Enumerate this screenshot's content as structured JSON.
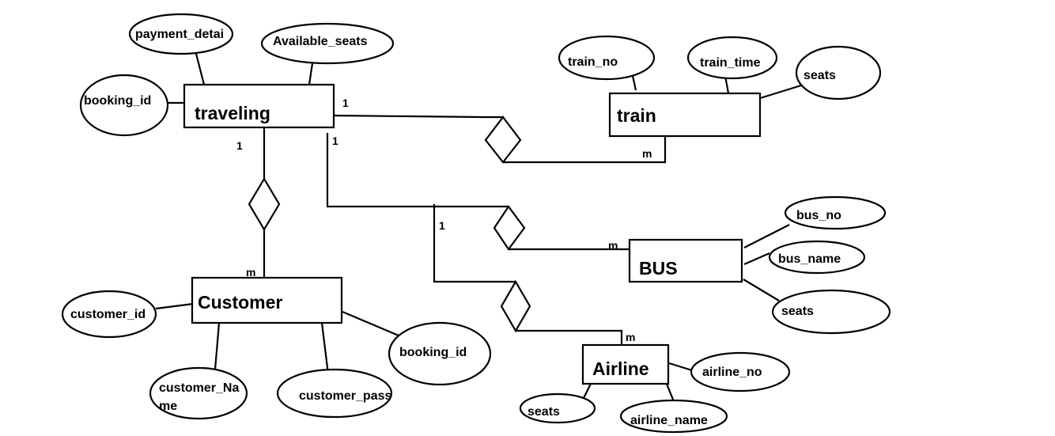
{
  "diagram": {
    "entities": {
      "traveling": "traveling",
      "train": "train",
      "bus": "BUS",
      "customer": "Customer",
      "airline": "Airline"
    },
    "attributes": {
      "payment_detail": "payment_detai",
      "available_seats": "Available_seats",
      "booking_id_traveling": "booking_id",
      "train_no": "train_no",
      "train_time": "train_time",
      "train_seats": "seats",
      "bus_no": "bus_no",
      "bus_name": "bus_name",
      "bus_seats": "seats",
      "customer_id": "customer_id",
      "customer_name_line1": "customer_Na",
      "customer_name_line2": "me",
      "customer_pass": "customer_pass",
      "booking_id_customer": "booking_id",
      "airline_no": "airline_no",
      "airline_seats": "seats",
      "airline_name": "airline_name"
    },
    "cardinalities": {
      "traveling_train_1": "1",
      "train_m": "m",
      "traveling_bus_1": "1",
      "traveling_customer_1": "1",
      "customer_m": "m",
      "airline_1": "1",
      "bus_m": "m",
      "airline_m": "m"
    }
  }
}
